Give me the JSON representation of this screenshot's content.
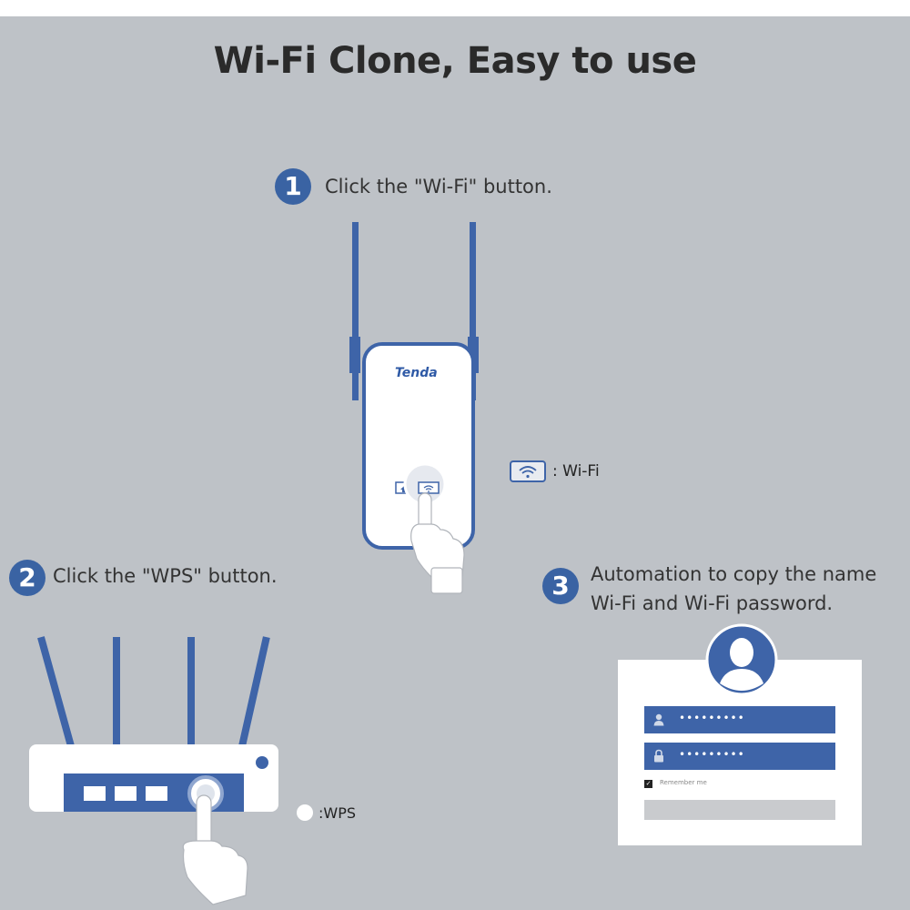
{
  "title": "Wi-Fi Clone, Easy to use",
  "steps": [
    {
      "number": "1",
      "text": "Click the \"Wi-Fi\" button."
    },
    {
      "number": "2",
      "text": "Click the \"WPS\" button."
    },
    {
      "number": "3",
      "line1": "Automation to copy the name",
      "line2": "Wi-Fi and Wi-Fi password."
    }
  ],
  "extender": {
    "brand": "Tenda"
  },
  "legend": {
    "wifi_label": ":  Wi-Fi",
    "wps_label": ":WPS"
  },
  "login_form": {
    "username_value": "•••••••••",
    "password_value": "•••••••••",
    "remember_label": "Remember me",
    "remember_checked": true
  },
  "colors": {
    "background": "#bec2c7",
    "accent": "#3a63a3",
    "device": "#ffffff"
  },
  "icons": [
    "wifi-icon",
    "home-icon",
    "user-icon",
    "lock-icon",
    "hand-pointer-icon",
    "avatar-icon"
  ]
}
